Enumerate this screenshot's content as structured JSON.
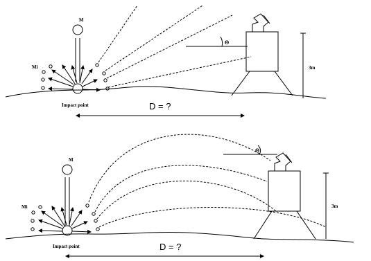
{
  "panels": [
    {
      "mass_label": "M",
      "fragment_label": "Mi",
      "impact_label": "Impact point",
      "distance_label": "D = ?",
      "angle_label": "Θ",
      "height_label": "3m",
      "trajectory": "straight"
    },
    {
      "mass_label": "M",
      "fragment_label": "Mi",
      "impact_label": "Impact point",
      "distance_label": "D = ?",
      "angle_label": "Θ",
      "height_label": "3m",
      "trajectory": "curved"
    }
  ]
}
